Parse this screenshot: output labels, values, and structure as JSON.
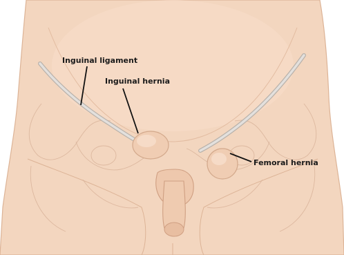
{
  "labels": {
    "inguinal_ligament": "Inguinal ligament",
    "inguinal_hernia": "Inguinal hernia",
    "femoral_hernia": "Femoral hernia"
  },
  "colors": {
    "skin": "#f3d6bf",
    "skin_shadow": "#e4bca0",
    "outline": "#c89a7f",
    "bone_line": "#d9b39a",
    "ligament": "#d8d8d8",
    "leader": "#111111"
  }
}
